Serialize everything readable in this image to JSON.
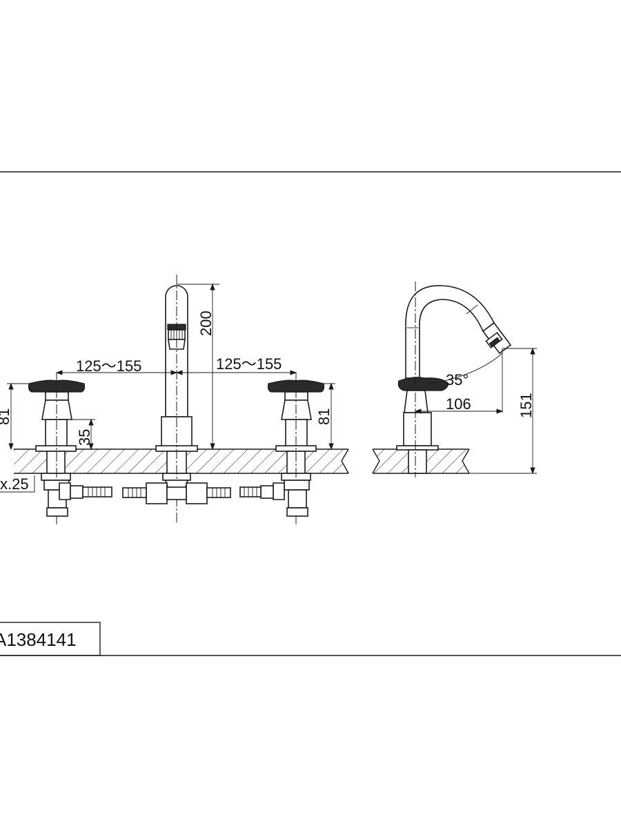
{
  "dimensions": {
    "spread_left": "125～155",
    "spread_right": "125～155",
    "spout_height": "200",
    "handle_height_left": "81",
    "handle_height_right": "81",
    "handle_body_height": "35",
    "max_deck_thickness": "x.25",
    "spout_angle": "35°",
    "spout_reach": "106",
    "side_height": "151"
  },
  "title_block": {
    "model_code": "A1384141"
  }
}
